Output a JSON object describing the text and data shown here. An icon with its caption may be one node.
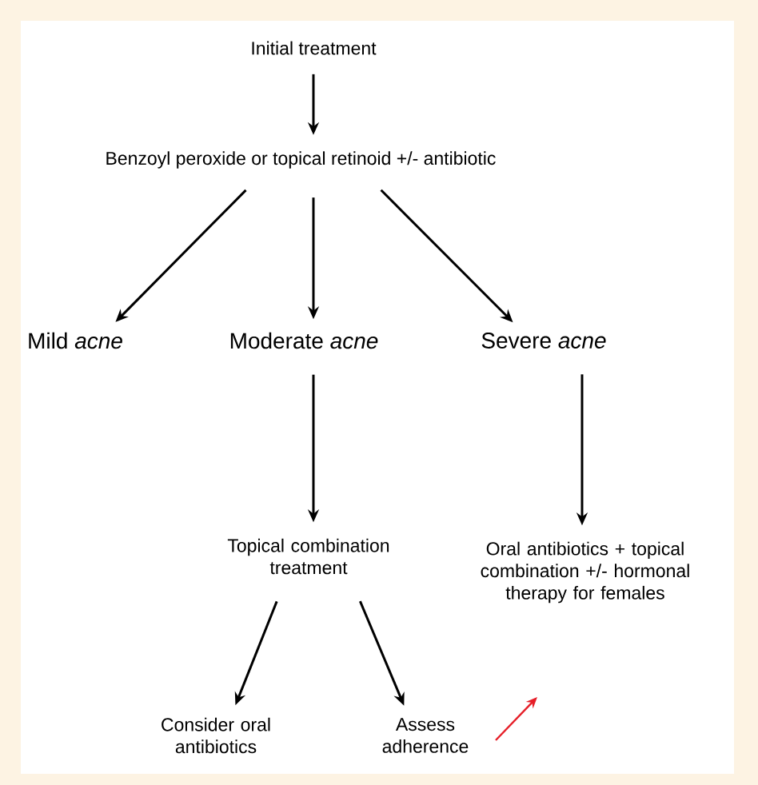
{
  "diagram": {
    "nodes": [
      {
        "text": [
          "Initial treatment"
        ]
      },
      {
        "text": [
          "Benzoyl peroxide or topical retinoid +/- antibiotic"
        ]
      },
      {
        "text": [
          "Mild *acne*"
        ]
      },
      {
        "text": [
          "Moderate *acne*"
        ]
      },
      {
        "text": [
          "Severe *acne*"
        ]
      },
      {
        "text": [
          "Topical combination treatment"
        ]
      },
      {
        "text": [
          "Oral antibiotics + topical combination +/- hormonal therapy for females"
        ]
      },
      {
        "text": [
          "Consider oral antibiotics"
        ]
      },
      {
        "text": [
          "Assess adherence"
        ]
      }
    ],
    "edges": [
      {
        "from": 0,
        "to": 1,
        "arrow": "to"
      },
      {
        "from": 1,
        "to": 2,
        "arrow": "to"
      },
      {
        "from": 1,
        "to": 3,
        "arrow": "to"
      },
      {
        "from": 1,
        "to": 4,
        "arrow": "to"
      },
      {
        "from": 3,
        "to": 5,
        "arrow": "to"
      },
      {
        "from": 4,
        "to": 6,
        "arrow": "to"
      },
      {
        "from": 5,
        "to": 7,
        "arrow": "to"
      },
      {
        "from": 5,
        "to": 8,
        "arrow": "to"
      }
    ]
  }
}
